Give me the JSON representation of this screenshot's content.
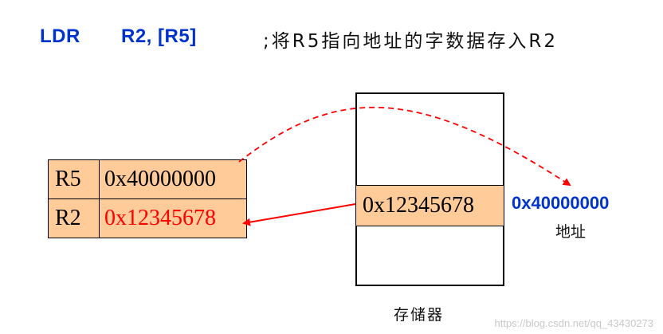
{
  "instruction": {
    "mnemonic": "LDR",
    "operands": "R2, [R5]",
    "comment": ";将R5指向地址的字数据存入R2"
  },
  "registers": [
    {
      "name": "R5",
      "value": "0x40000000",
      "highlight": false
    },
    {
      "name": "R2",
      "value": "0x12345678",
      "highlight": true
    }
  ],
  "memory": {
    "cell_value": "0x12345678",
    "address": "0x40000000",
    "address_label": "地址",
    "label": "存储器"
  },
  "watermark": "https://blog.csdn.net/qq_43430273",
  "colors": {
    "instruction": "#0033cc",
    "highlight": "#ff0000",
    "cell_fill": "#ffcc99",
    "arrow": "#ff0000"
  }
}
